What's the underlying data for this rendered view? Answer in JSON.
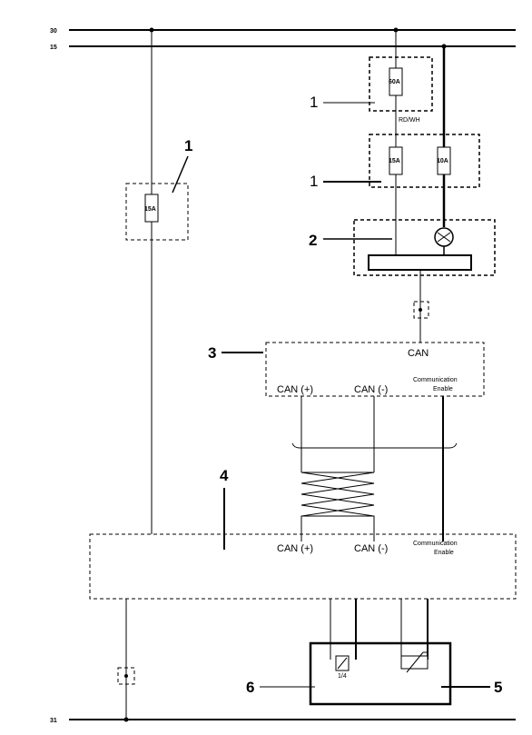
{
  "rails": {
    "r30": "30",
    "r15": "15",
    "r31": "31"
  },
  "fuses": {
    "f60": "60A",
    "f15a": "15A",
    "f10": "10A",
    "f15b": "15A"
  },
  "wire_label": "RD/WH",
  "callouts": {
    "c1a": "1",
    "c1b": "1",
    "c1c": "1",
    "c2": "2",
    "c3": "3",
    "c4": "4",
    "c5": "5",
    "c6": "6"
  },
  "module3": {
    "can": "CAN",
    "can_plus": "CAN (+)",
    "can_minus": "CAN (-)",
    "comm_line1": "Communication",
    "comm_line2": "Enable"
  },
  "module4": {
    "can_plus": "CAN (+)",
    "can_minus": "CAN (-)",
    "comm_line1": "Communication",
    "comm_line2": "Enable"
  },
  "sensor6_symbol": "1/4"
}
